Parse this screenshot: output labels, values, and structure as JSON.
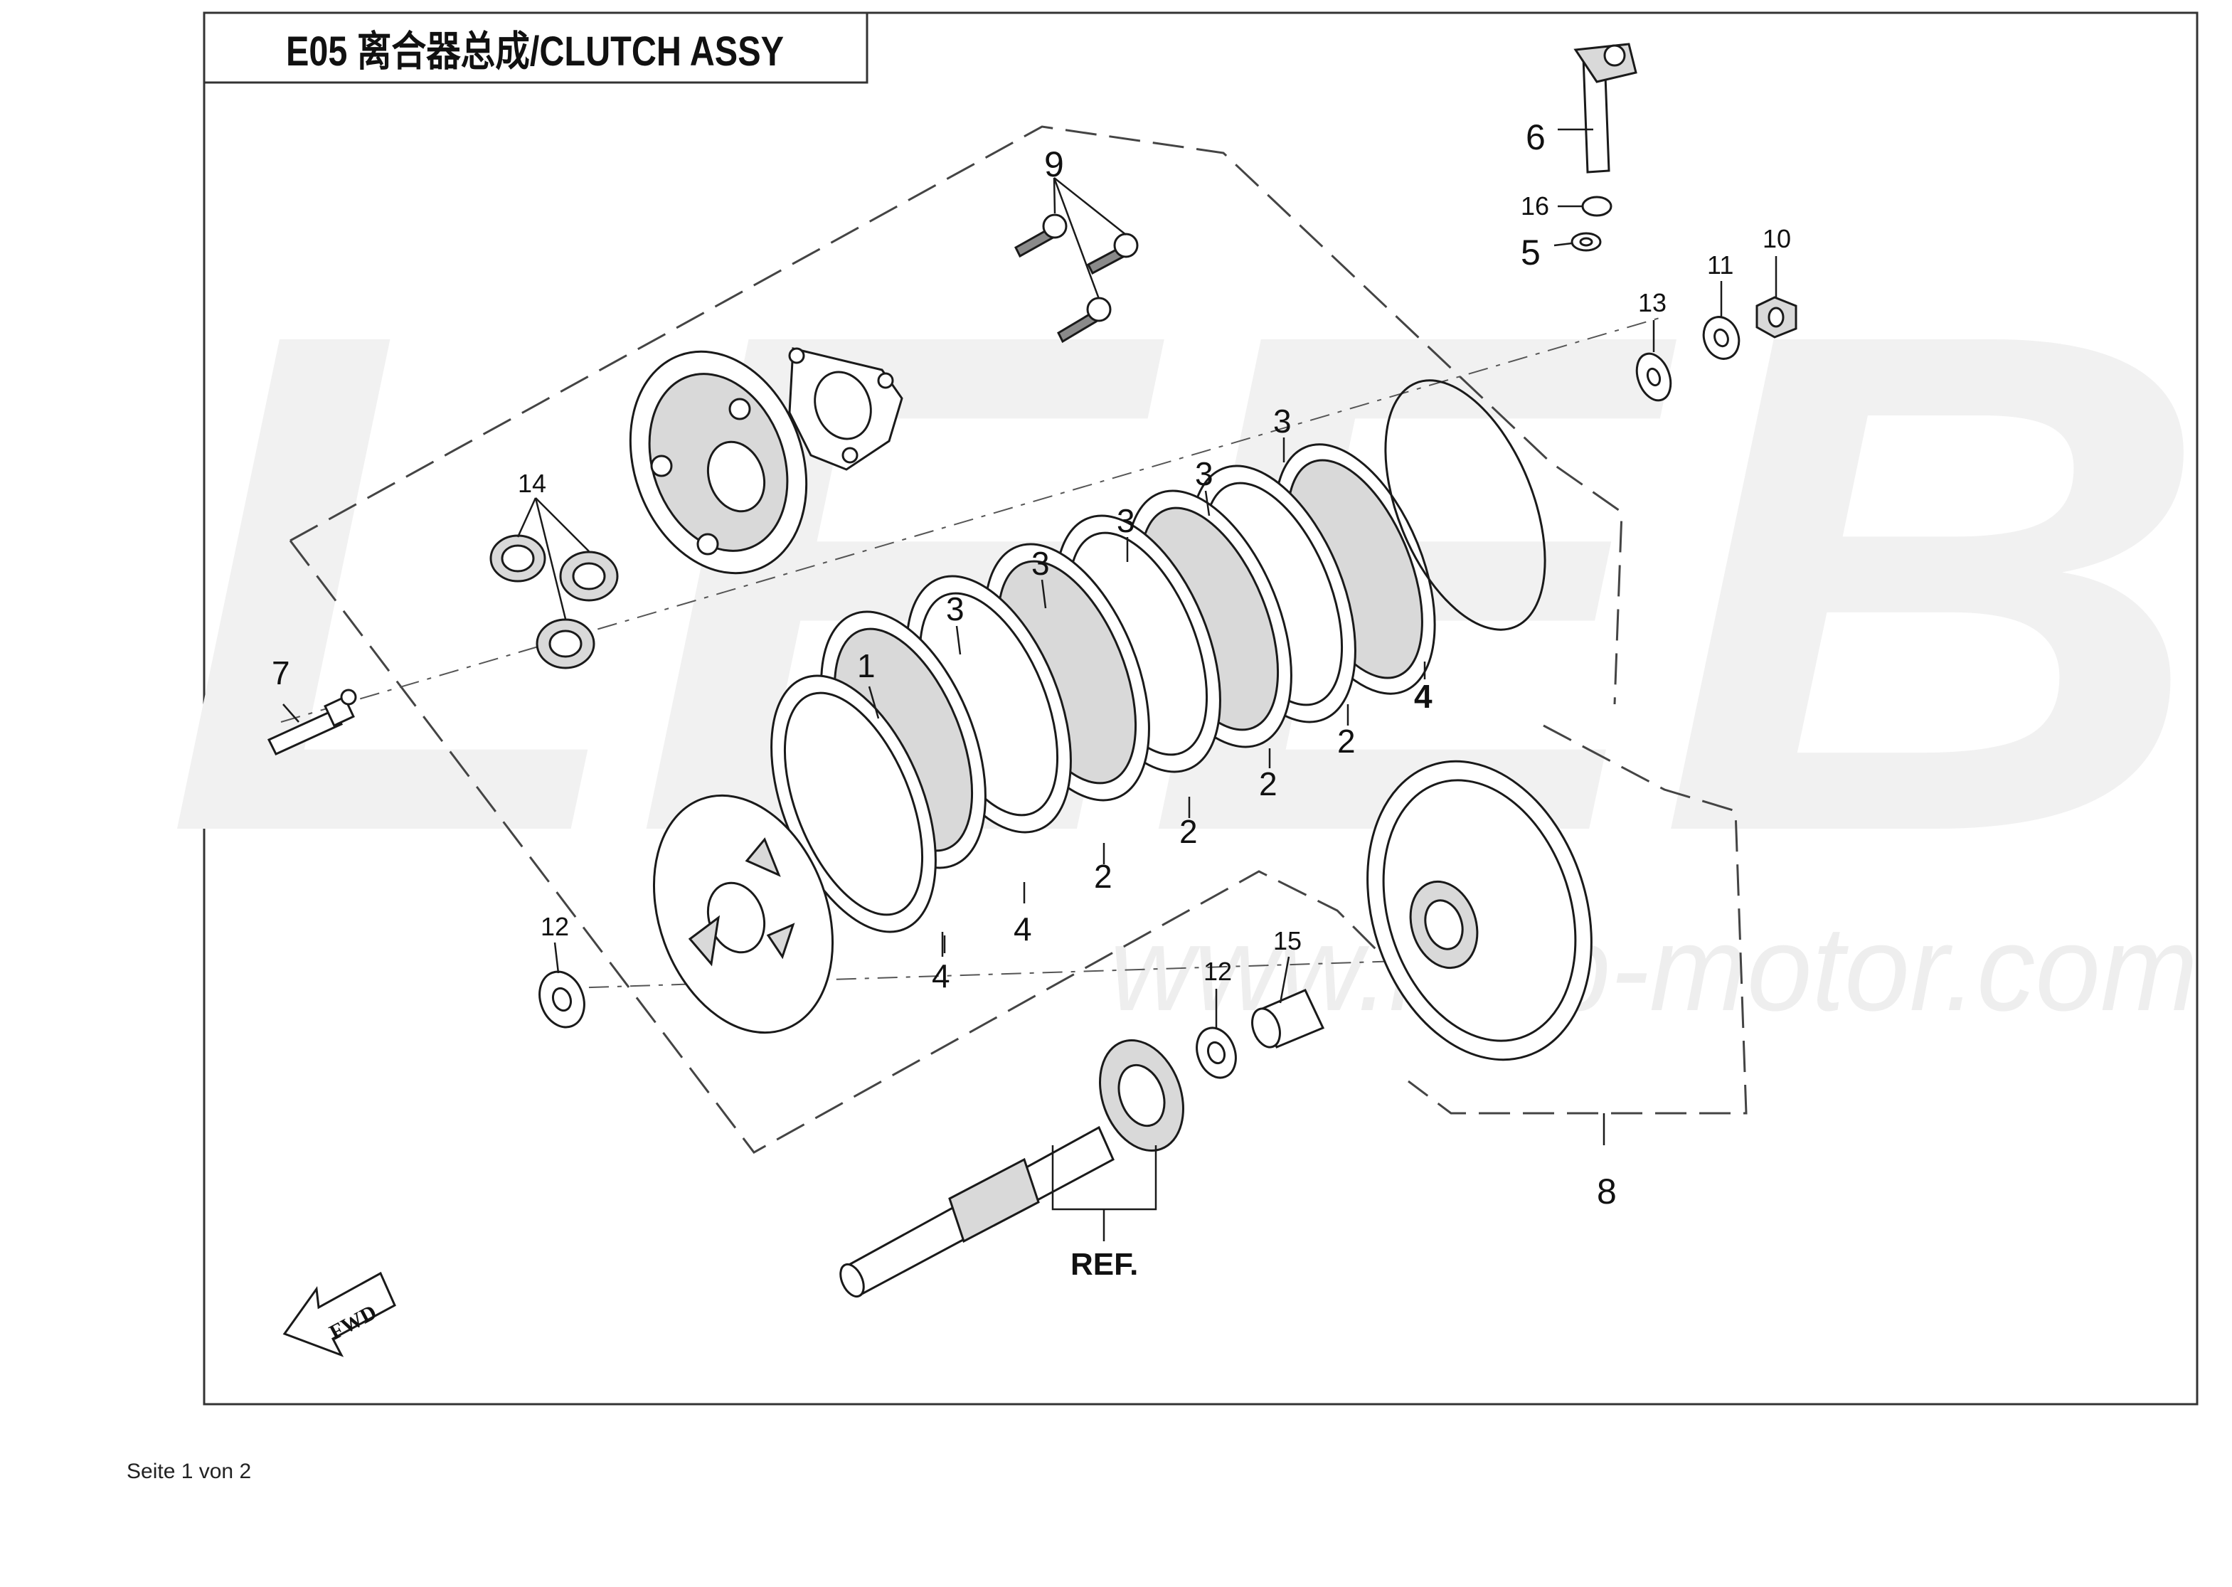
{
  "title": "E05 离合器总成/CLUTCH ASSY",
  "watermark": {
    "letters": "LEEB",
    "url": "www.leeb-motor.com"
  },
  "reference_label": "REF.",
  "fwd_label": "FWD",
  "footer": "Seite 1 von 2",
  "callouts": {
    "c1": "1",
    "c2": "2",
    "c3": "3",
    "c4": "4",
    "c5": "5",
    "c6": "6",
    "c7": "7",
    "c8": "8",
    "c9": "9",
    "c10": "10",
    "c11": "11",
    "c12": "12",
    "c13": "13",
    "c14": "14",
    "c15": "15",
    "c16": "16"
  }
}
